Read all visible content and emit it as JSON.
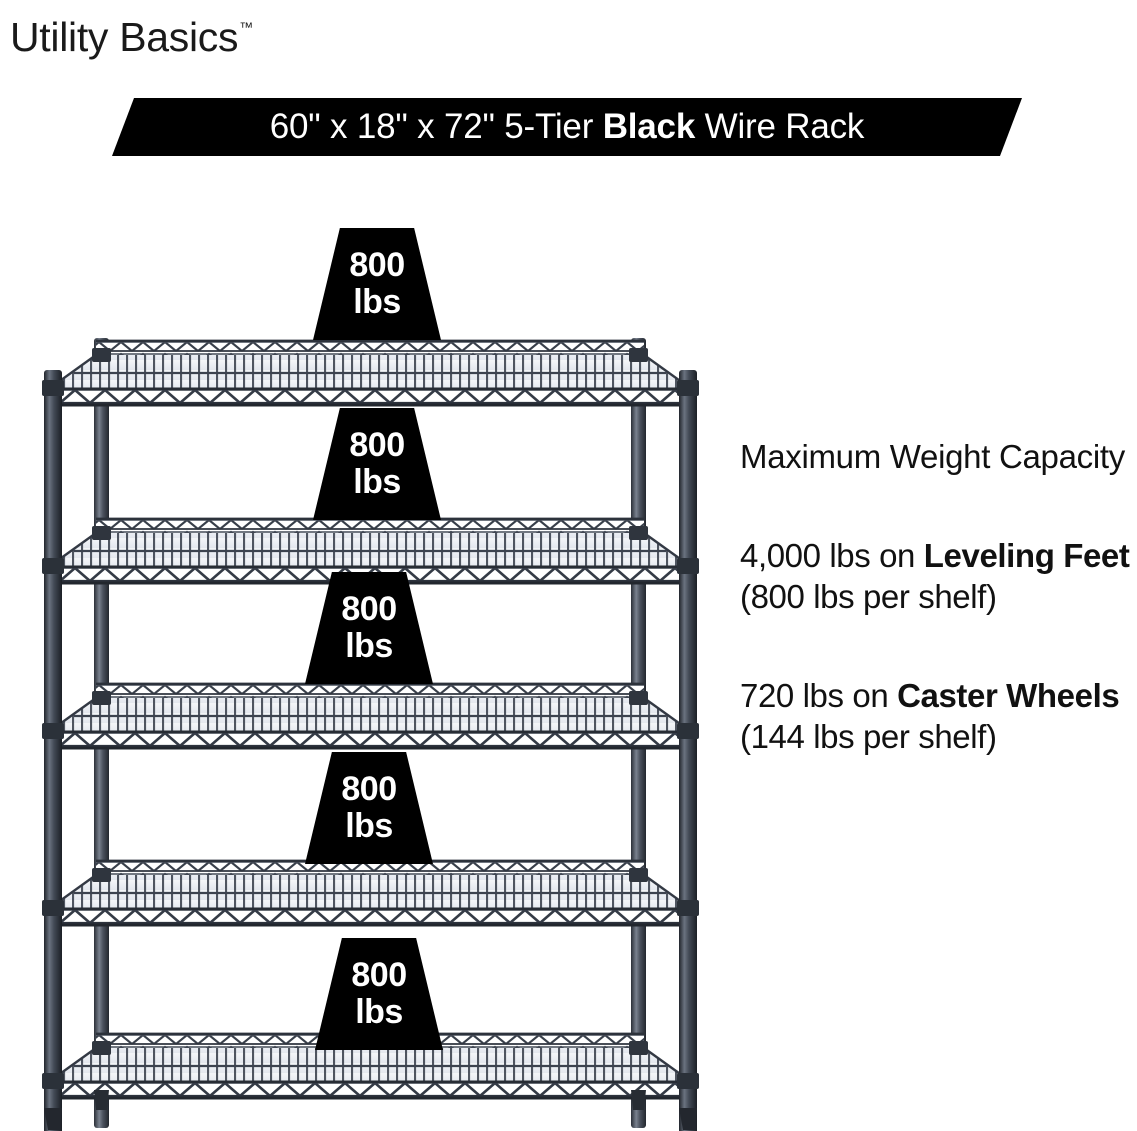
{
  "brand": {
    "name": "Utility Basics",
    "trademark": "™"
  },
  "banner": {
    "text_before": "60\" x 18\" x 72\" 5-Tier ",
    "text_bold": "Black",
    "text_after": " Wire Rack",
    "full_text": "60\" x 18\" x 72\" 5-Tier Black Wire Rack",
    "background_color": "#000000",
    "text_color": "#ffffff"
  },
  "capacity": {
    "headline": "Maximum Weight Capacity",
    "leveling": {
      "lead": "4,000 lbs on ",
      "bold": "Leveling Feet",
      "tail": " (800 lbs per shelf)",
      "full_text": "4,000 lbs on Leveling Feet (800 lbs per shelf)"
    },
    "caster": {
      "lead": "720 lbs on ",
      "bold": "Caster Wheels",
      "tail": " (144 lbs per shelf)",
      "full_text": "720 lbs on Caster Wheels (144 lbs per shelf)"
    }
  },
  "product": {
    "width_in": "60\"",
    "depth_in": "18\"",
    "height_in": "72\"",
    "tiers": "5-Tier",
    "color": "Black",
    "type": "Wire Rack",
    "shelf_count": 5,
    "frame_color": "#3c424c",
    "deck_color": "#eef0f4"
  },
  "badges": [
    {
      "num": "800",
      "unit": "lbs"
    },
    {
      "num": "800",
      "unit": "lbs"
    },
    {
      "num": "800",
      "unit": "lbs"
    },
    {
      "num": "800",
      "unit": "lbs"
    },
    {
      "num": "800",
      "unit": "lbs"
    }
  ]
}
